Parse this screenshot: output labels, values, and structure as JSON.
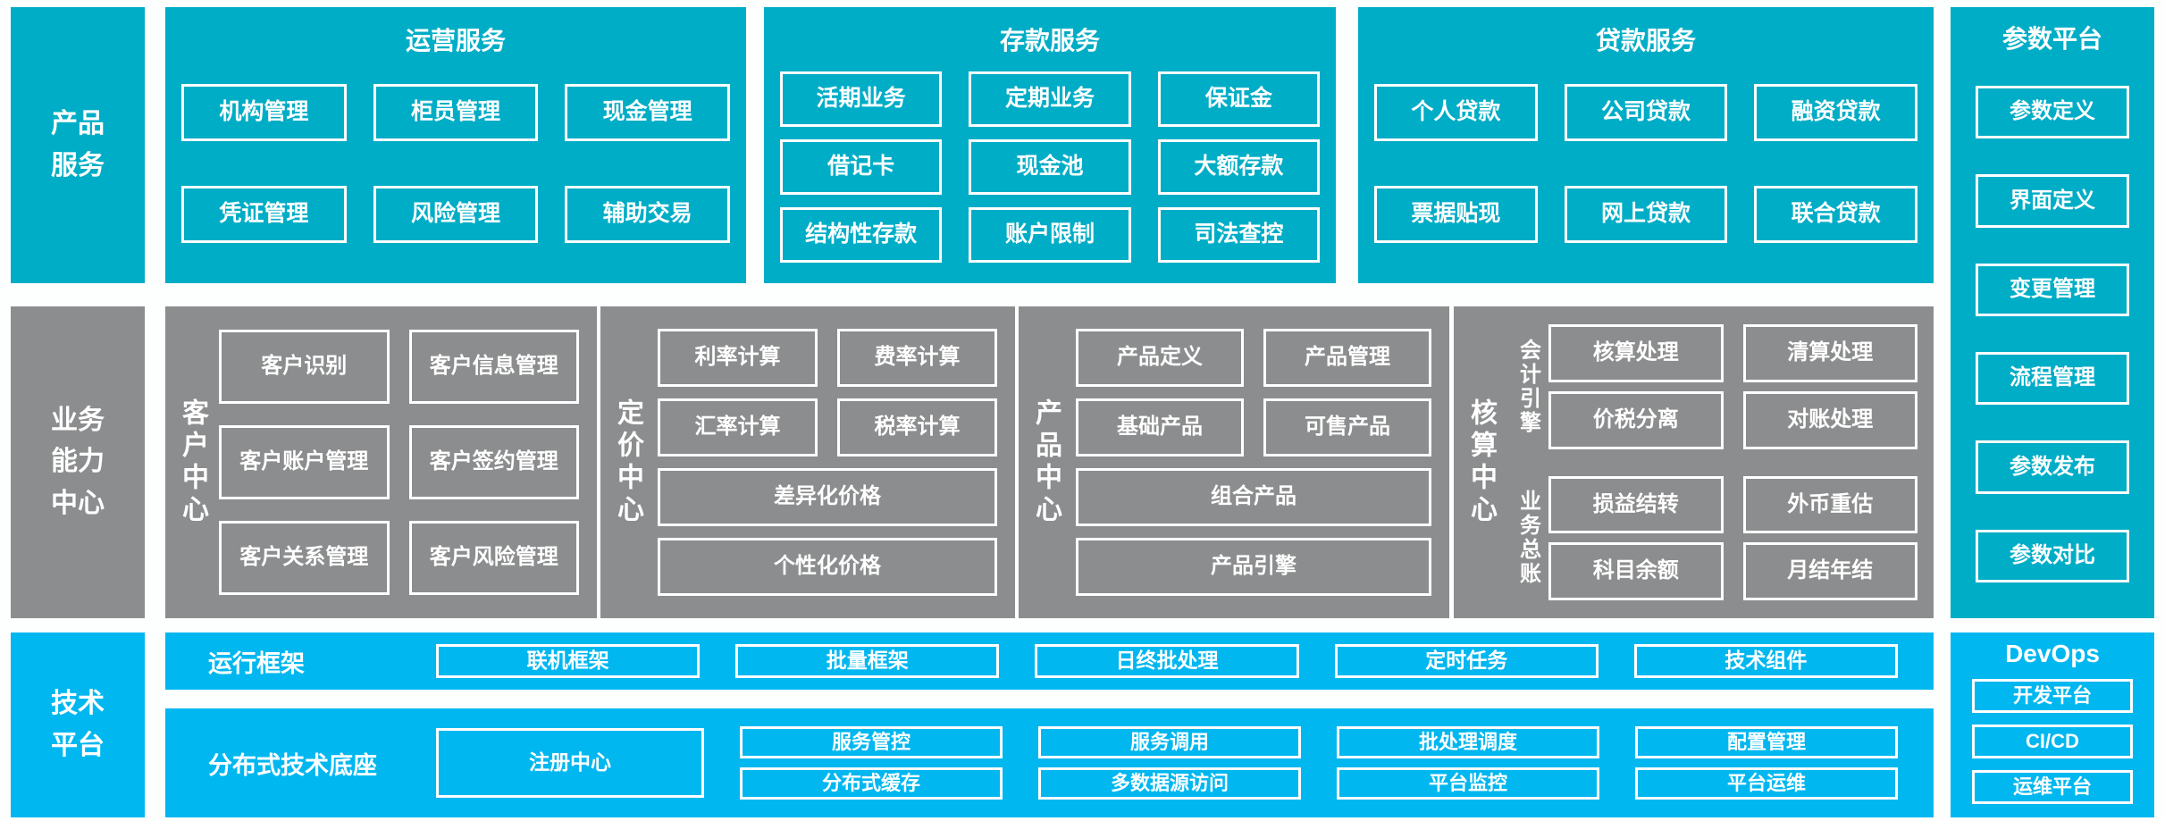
{
  "colors": {
    "teal": "#00adc6",
    "gray": "#8c8d8e",
    "blue": "#00b7f0",
    "background": "#fdfffe",
    "box_border": "#ffffff"
  },
  "rails": {
    "product": "产品服务",
    "business": "业务能力中心",
    "tech": "技术平台"
  },
  "operations": {
    "title": "运营服务",
    "boxes": [
      "机构管理",
      "柜员管理",
      "现金管理",
      "凭证管理",
      "风险管理",
      "辅助交易"
    ]
  },
  "deposit": {
    "title": "存款服务",
    "boxes": [
      "活期业务",
      "定期业务",
      "保证金",
      "借记卡",
      "现金池",
      "大额存款",
      "结构性存款",
      "账户限制",
      "司法查控"
    ]
  },
  "loan": {
    "title": "贷款服务",
    "boxes": [
      "个人贷款",
      "公司贷款",
      "融资贷款",
      "票据贴现",
      "网上贷款",
      "联合贷款"
    ]
  },
  "params": {
    "title": "参数平台",
    "boxes": [
      "参数定义",
      "界面定义",
      "变更管理",
      "流程管理",
      "参数发布",
      "参数对比"
    ]
  },
  "customer": {
    "label": "客户中心",
    "boxes": [
      "客户识别",
      "客户信息管理",
      "客户账户管理",
      "客户签约管理",
      "客户关系管理",
      "客户风险管理"
    ]
  },
  "pricing": {
    "label": "定价中心",
    "boxes": [
      "利率计算",
      "费率计算",
      "汇率计算",
      "税率计算"
    ],
    "wide": [
      "差异化价格",
      "个性化价格"
    ]
  },
  "product_center": {
    "label": "产品中心",
    "boxes": [
      "产品定义",
      "产品管理",
      "基础产品",
      "可售产品"
    ],
    "wide": [
      "组合产品",
      "产品引擎"
    ]
  },
  "accounting": {
    "label": "核算中心",
    "engine_label": "会计引擎",
    "engine_boxes": [
      "核算处理",
      "清算处理",
      "价税分离",
      "对账处理"
    ],
    "ledger_label": "业务总账",
    "ledger_boxes": [
      "损益结转",
      "外币重估",
      "科目余额",
      "月结年结"
    ]
  },
  "runtime": {
    "label": "运行框架",
    "boxes": [
      "联机框架",
      "批量框架",
      "日终批处理",
      "定时任务",
      "技术组件"
    ]
  },
  "distributed": {
    "label": "分布式技术底座",
    "registry": "注册中心",
    "pairs": [
      [
        "服务管控",
        "分布式缓存"
      ],
      [
        "服务调用",
        "多数据源访问"
      ],
      [
        "批处理调度",
        "平台监控"
      ],
      [
        "配置管理",
        "平台运维"
      ]
    ]
  },
  "devops": {
    "title": "DevOps",
    "boxes": [
      "开发平台",
      "CI/CD",
      "运维平台"
    ]
  }
}
